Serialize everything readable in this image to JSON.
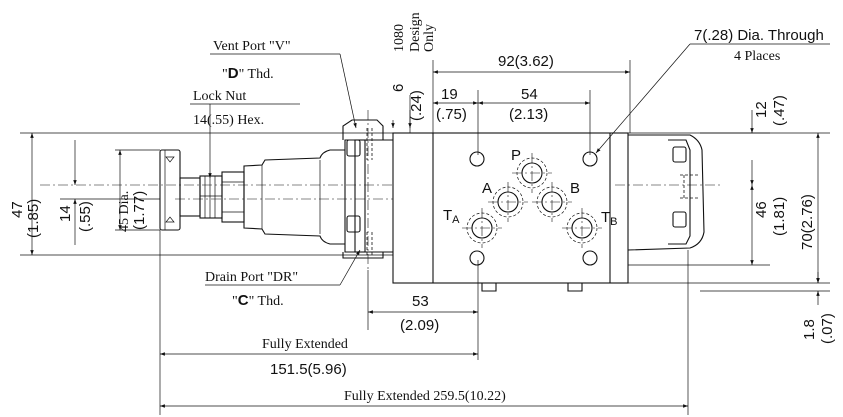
{
  "notes": {
    "model": "1080",
    "design_only_1": "Design",
    "design_only_2": "Only"
  },
  "callouts": {
    "vent_port": "Vent Port \"V\"",
    "vent_thread_prefix": "\"",
    "vent_thread_letter": "D",
    "vent_thread_suffix": "\" Thd.",
    "lock_nut": "Lock Nut",
    "hex": "14(.55) Hex.",
    "drain_port": "Drain Port \"DR\"",
    "drain_thread_prefix": "\"",
    "drain_thread_letter": "C",
    "drain_thread_suffix": "\" Thd.",
    "through_holes_1": "7(.28) Dia. Through",
    "through_holes_2": "4 Places"
  },
  "ports": {
    "p": "P",
    "a": "A",
    "b": "B",
    "ta_main": "T",
    "ta_sub": "A",
    "tb_main": "T",
    "tb_sub": "B"
  },
  "dimensions": {
    "d92": "92(3.62)",
    "d19": "19",
    "d19in": "(.75)",
    "d54": "54",
    "d54in": "(2.13)",
    "d6": "6",
    "d6in": "(.24)",
    "d12": "12",
    "d12in": "(.47)",
    "d46": "46",
    "d46in": "(1.81)",
    "d70": "70(2.76)",
    "d47": "47",
    "d47in": "(1.85)",
    "d14": "14",
    "d14in": "(.55)",
    "d45": "45 Dia.",
    "d45in": "(1.77)",
    "d53": "53",
    "d53in": "(2.09)",
    "d18": "1.8",
    "d18in": "(.07)",
    "fully_extended": "Fully Extended",
    "d1515": "151.5(5.96)",
    "fully_extended_total": "Fully Extended 259.5(10.22)"
  }
}
